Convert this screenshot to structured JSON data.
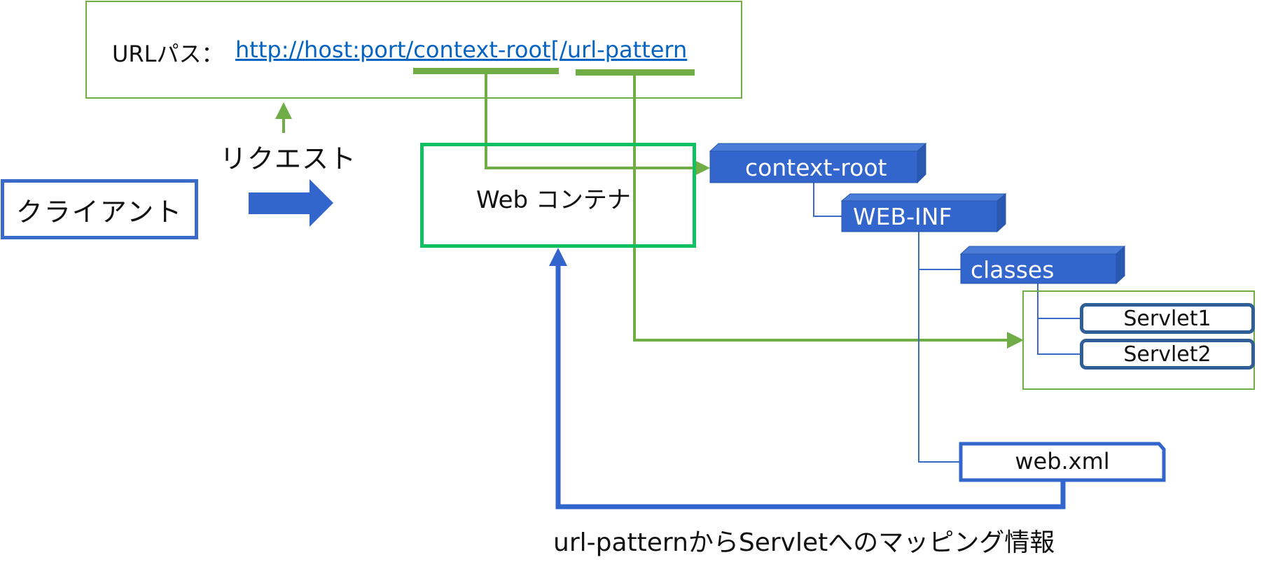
{
  "url_box": {
    "label": "URLパス：",
    "url": "http://host:port/context-root[/url-pattern"
  },
  "request_label": "リクエスト",
  "client_label": "クライアント",
  "container_label": "Web コンテナ",
  "folders": {
    "context_root": "context-root",
    "web_inf": "WEB-INF",
    "classes": "classes"
  },
  "servlets": [
    "Servlet1",
    "Servlet2"
  ],
  "web_xml": "web.xml",
  "mapping_label": "url-patternからServletへのマッピング情報",
  "colors": {
    "green_line": "#70ad47",
    "blue": "#3a6bc8",
    "folder_fill": "#3366cc",
    "container_border": "#10c060",
    "link": "#0563c1"
  }
}
